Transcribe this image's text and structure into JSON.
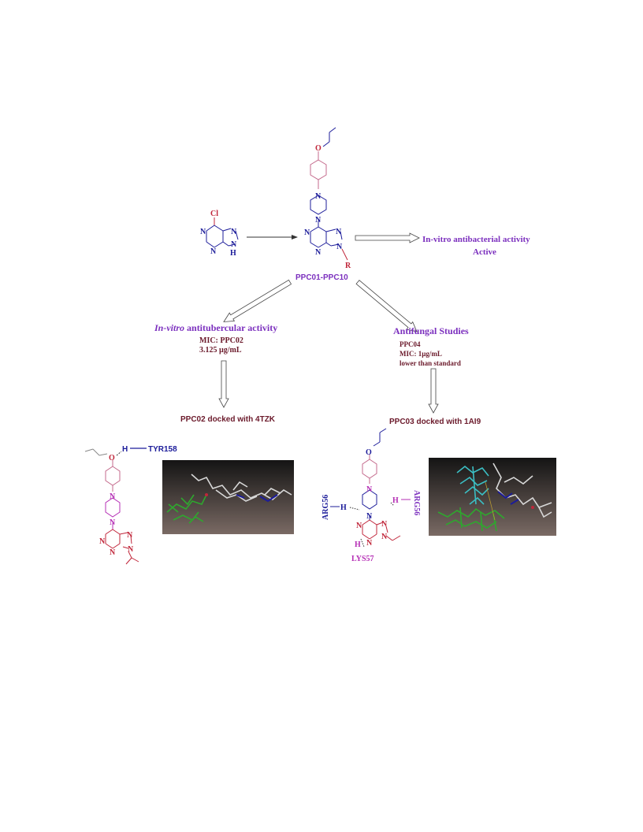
{
  "reaction": {
    "reactant_cl": "Cl",
    "reactant_n1": "N",
    "reactant_n2": "N",
    "reactant_n3": "N",
    "reactant_nh_n": "N",
    "reactant_nh_h": "H",
    "product_o": "O",
    "product_n_pip_top": "N",
    "product_n_pip_bottom": "N",
    "product_n1": "N",
    "product_n3": "N",
    "product_n7": "N",
    "product_n9": "N",
    "product_r": "R",
    "product_label": "PPC01-PPC10"
  },
  "antibacterial": {
    "line1": "In-vitro antibacterial activity",
    "line2": "Active"
  },
  "antitubercular": {
    "title_italic": "In-vitro",
    "title_rest": " antitubercular activity",
    "line1": "MIC: PPC02",
    "line2": "3.125 µg/mL",
    "docked": "PPC02 docked with 4TZK"
  },
  "antifungal": {
    "title": "Antifungal Studies",
    "line1": "PPC04",
    "line2": "MIC: 1µg/mL",
    "line3": "lower than standard",
    "docked": "PPC03 docked with 1AI9"
  },
  "docking_left": {
    "o": "O",
    "h": "H",
    "residue": "TYR158",
    "n_pip1": "N",
    "n_pip2": "N",
    "n_a": "N",
    "n_b": "N",
    "n_c": "N",
    "n_d": "N"
  },
  "docking_right": {
    "o": "O",
    "n_pip1": "N",
    "n_pip2": "N",
    "n_a": "N",
    "n_b": "N",
    "n_c": "N",
    "n_d": "N",
    "h_left": "H",
    "h_right": "H",
    "h_bottom": "H",
    "res_left": "ARG56",
    "res_right": "ARG56",
    "res_bottom": "LYS57"
  },
  "colors": {
    "purple": "#7b2fbe",
    "maroon": "#6b1a2b",
    "navy": "#1c1c9a",
    "red": "#c0263a",
    "pink": "#c46a8c",
    "magenta": "#b52fb5",
    "bond_dark": "#333333"
  }
}
